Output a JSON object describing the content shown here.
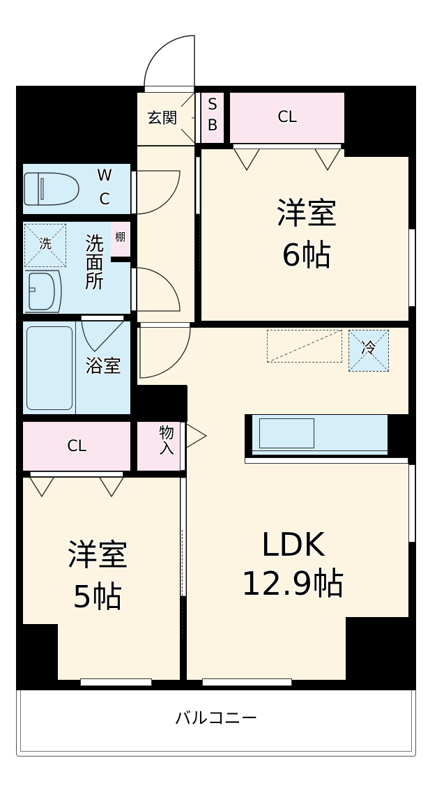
{
  "floorplan": {
    "layout_type": "2LDK",
    "rooms": {
      "entrance": {
        "label": "玄関"
      },
      "shoe_box": {
        "label": "SB",
        "chars": [
          "S",
          "B"
        ]
      },
      "closet_top": {
        "label": "CL"
      },
      "western_room_1": {
        "label": "洋室",
        "size": "6帖"
      },
      "toilet": {
        "label": "WC",
        "chars": [
          "W",
          "C"
        ]
      },
      "washroom": {
        "label": "洗面所"
      },
      "washer_space": {
        "label": "洗"
      },
      "shelf": {
        "label": "棚"
      },
      "bathroom": {
        "label": "浴室"
      },
      "refrigerator_space": {
        "label": "冷"
      },
      "closet_left": {
        "label": "CL"
      },
      "storage": {
        "label": "物入"
      },
      "western_room_2": {
        "label": "洋室",
        "size": "5帖"
      },
      "ldk": {
        "label": "LDK",
        "size": "12.9帖"
      },
      "balcony": {
        "label": "バルコニー"
      }
    },
    "colors": {
      "wall": "#000000",
      "floor": "#fdf5e2",
      "wet_area": "#d4eefa",
      "storage": "#fbe6ef",
      "exterior": "#ffffff"
    }
  }
}
